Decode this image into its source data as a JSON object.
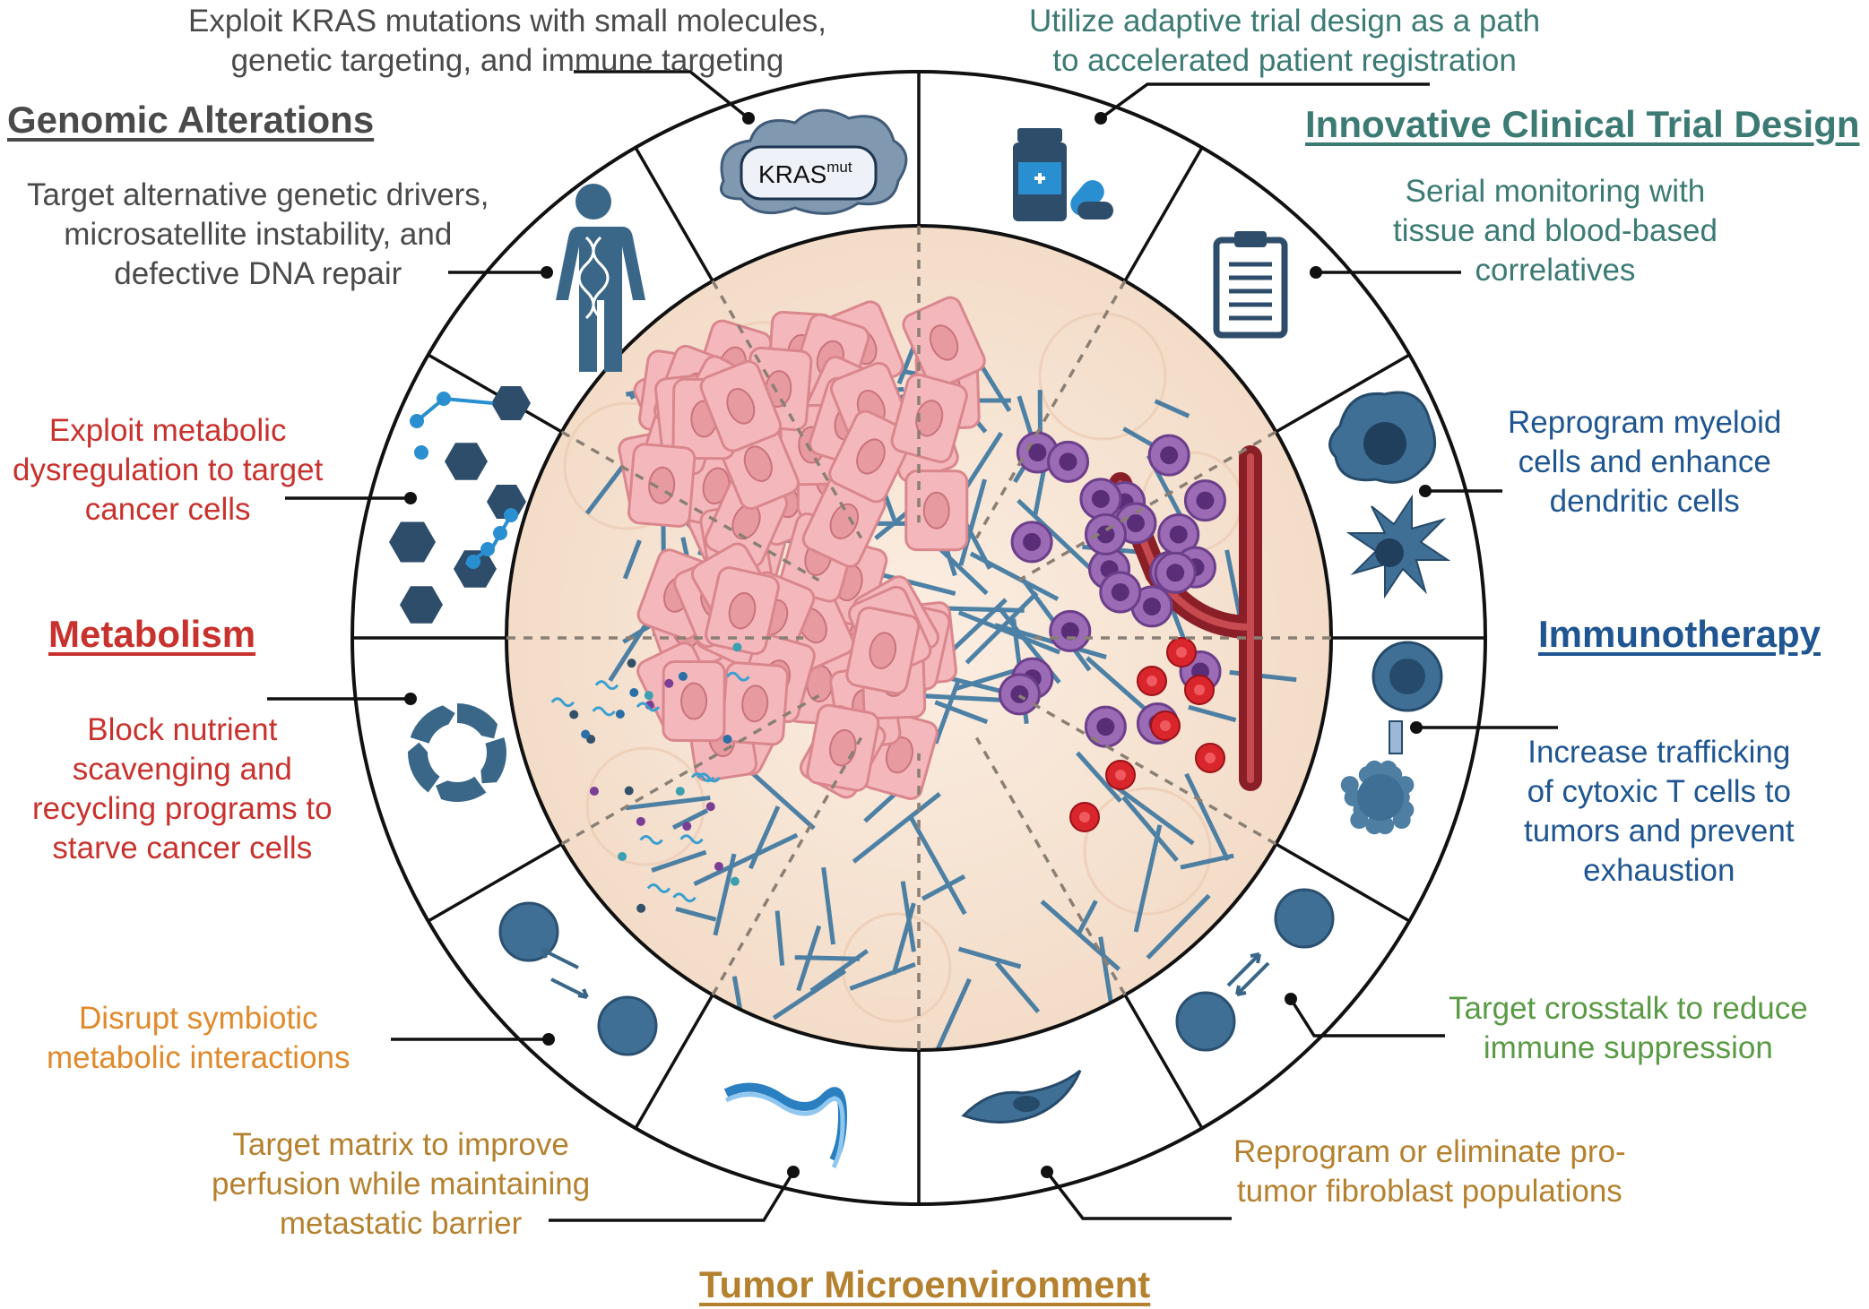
{
  "colors": {
    "genomic": "#4a4a4a",
    "clinical": "#3c7a74",
    "metabolism": "#c8322e",
    "immunotherapy": "#1f5590",
    "tme": "#b4812f",
    "disrupt": "#e08a2c",
    "crosstalk": "#5a9a45",
    "icon": "#3a6788",
    "tissue": "#f7e6d6"
  },
  "icons": [
    {
      "sector": "genomic",
      "name": "kras-cloud-icon",
      "label_main": "KRAS",
      "label_sup": "mut"
    },
    {
      "sector": "genomic",
      "name": "human-dna-icon"
    },
    {
      "sector": "metabolism",
      "name": "metabolic-pathway-icon"
    },
    {
      "sector": "metabolism",
      "name": "recycling-arrows-icon"
    },
    {
      "sector": "metabolism",
      "name": "cell-exchange-icon"
    },
    {
      "sector": "tme",
      "name": "collagen-fiber-icon"
    },
    {
      "sector": "tme",
      "name": "fibroblast-icon"
    },
    {
      "sector": "immunotherapy",
      "name": "cell-crosstalk-icon"
    },
    {
      "sector": "immunotherapy",
      "name": "t-cell-killing-icon"
    },
    {
      "sector": "immunotherapy",
      "name": "myeloid-dendritic-icon"
    },
    {
      "sector": "clinical",
      "name": "clipboard-icon"
    },
    {
      "sector": "clinical",
      "name": "medicine-bottle-icon"
    }
  ],
  "headings": {
    "genomic": "Genomic Alterations",
    "clinical": "Innovative Clinical Trial Design",
    "metabolism": "Metabolism",
    "immunotherapy": "Immunotherapy",
    "tme": "Tumor Microenvironment"
  },
  "notes": {
    "kras": [
      "Exploit KRAS mutations with small molecules,",
      "genetic targeting, and immune targeting"
    ],
    "drivers": [
      "Target alternative genetic drivers,",
      "microsatellite instability, and",
      "defective DNA repair"
    ],
    "metabolic_dysreg": [
      "Exploit metabolic",
      "dysregulation to target",
      "cancer cells"
    ],
    "nutrient": [
      "Block nutrient",
      "scavenging and",
      "recycling programs to",
      "starve cancer cells"
    ],
    "symbiotic": [
      "Disrupt symbiotic",
      "metabolic interactions"
    ],
    "matrix": [
      "Target matrix to improve",
      "perfusion while maintaining",
      "metastatic barrier"
    ],
    "adaptive": [
      "Utilize adaptive trial design as a path",
      "to accelerated patient registration"
    ],
    "serial": [
      "Serial monitoring with",
      "tissue and blood-based",
      "correlatives"
    ],
    "myeloid": [
      "Reprogram myeloid",
      "cells and enhance",
      "dendritic cells"
    ],
    "trafficking": [
      "Increase trafficking",
      "of cytoxic T cells to",
      "tumors and prevent",
      "exhaustion"
    ],
    "crosstalk": [
      "Target crosstalk to reduce",
      "immune suppression"
    ],
    "fibroblast": [
      "Reprogram or eliminate pro-",
      "tumor fibroblast populations"
    ]
  }
}
